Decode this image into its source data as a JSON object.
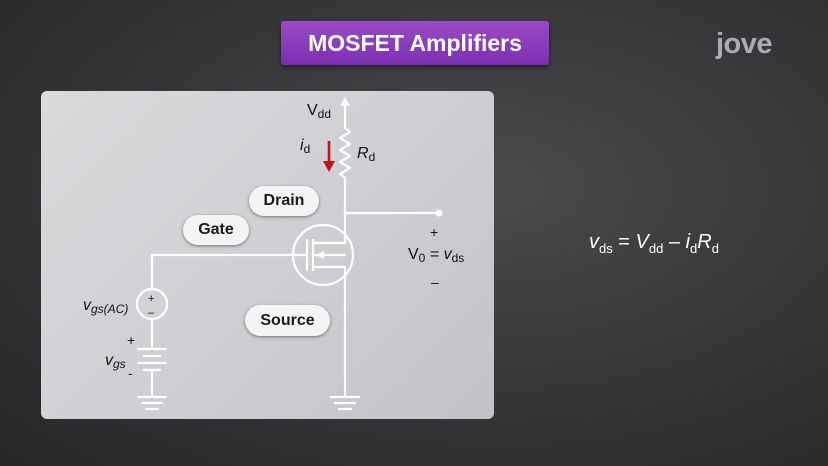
{
  "title": "MOSFET Amplifiers",
  "logo": "jove",
  "labels": {
    "drain": "Drain",
    "gate": "Gate",
    "source": "Source"
  },
  "circuit": {
    "supply": "V",
    "supply_sub": "dd",
    "current": "i",
    "current_sub": "d",
    "resistor": "R",
    "resistor_sub": "d",
    "out_plus": "+",
    "out_minus": "–",
    "out_v": "V",
    "out_v_sub": "0",
    "out_eq": " = v",
    "out_vds_sub": "ds",
    "ac_src": "v",
    "ac_src_sub": "gs(AC)",
    "ac_plus": "+",
    "ac_minus": "–",
    "dc_src": "v",
    "dc_src_sub": "gs",
    "dc_plus": "+",
    "dc_minus": "-"
  },
  "equation": {
    "lhs": "v",
    "lhs_sub": "ds",
    "eq": " = ",
    "v": "V",
    "v_sub": "dd",
    "minus": " – ",
    "i": "i",
    "i_sub": "d",
    "r": "R",
    "r_sub": "d"
  },
  "colors": {
    "title_bg": "#8a3dbd",
    "current_arrow": "#c0121b",
    "panel_bg": "#d3d4d7",
    "background": "#353537"
  }
}
